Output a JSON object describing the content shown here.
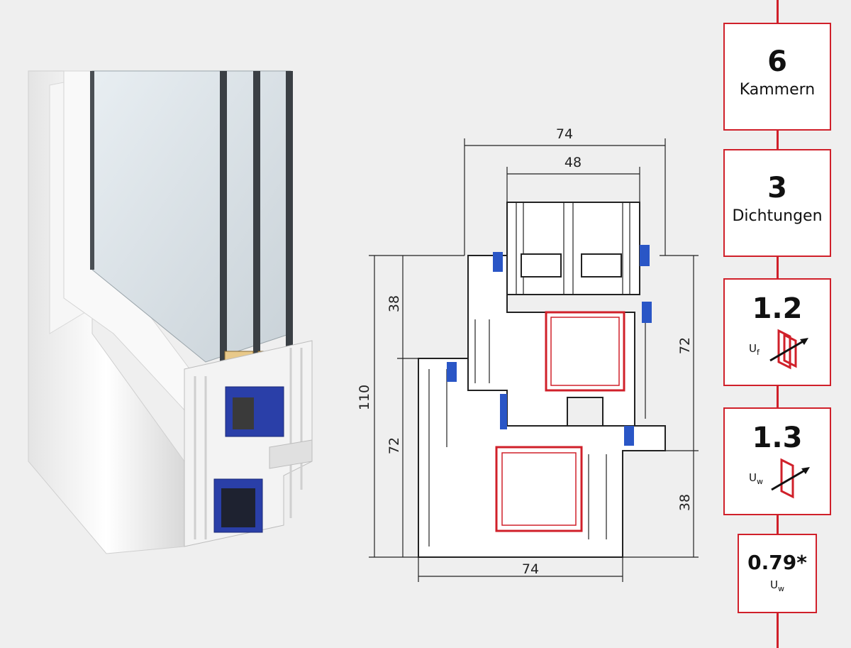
{
  "drawing": {
    "dims": {
      "top_outer": "74",
      "top_inner": "48",
      "left_upper": "38",
      "left_total": "110",
      "left_lower": "72",
      "right_upper": "72",
      "right_lower": "38",
      "bottom": "74"
    }
  },
  "specs": [
    {
      "value": "6",
      "label": "Kammern"
    },
    {
      "value": "3",
      "label": "Dichtungen"
    },
    {
      "value": "1.2",
      "symbol": "U",
      "symbol_sub": "f",
      "icon": "uf-frame-icon"
    },
    {
      "value": "1.3",
      "symbol": "U",
      "symbol_sub": "w",
      "icon": "uw-window-icon"
    },
    {
      "value": "0.79*",
      "symbol": "U",
      "symbol_sub": "w"
    }
  ],
  "colors": {
    "accent": "#d0202a",
    "background": "#efefef",
    "seal": "#2a56c6",
    "steel": "#2a3fa8"
  }
}
